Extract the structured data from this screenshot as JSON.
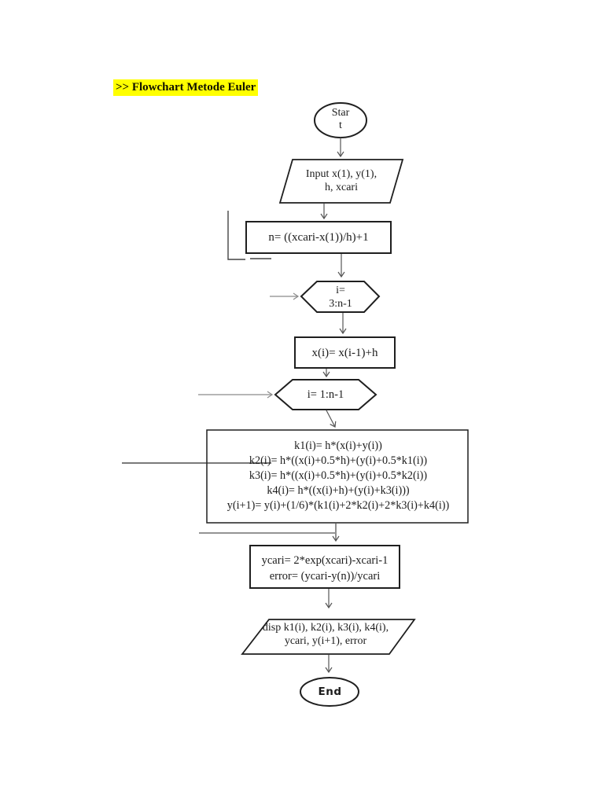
{
  "page": {
    "background_color": "#ffffff",
    "title": {
      "text": ">> Flowchart Metode Euler",
      "highlight_color": "#ffff00",
      "text_color": "#111100"
    }
  },
  "flowchart": {
    "shape_stroke_color": "#1f1f1f",
    "connector_color": "#555555",
    "nodes": [
      {
        "id": "start",
        "type": "terminator-oval",
        "lines": [
          "Star",
          "t"
        ]
      },
      {
        "id": "input",
        "type": "io-parallelogram",
        "lines": [
          "Input x(1), y(1),",
          "h, xcari"
        ]
      },
      {
        "id": "n-formula",
        "type": "process-rect",
        "lines": [
          "n= ((xcari-x(1))/h)+1"
        ]
      },
      {
        "id": "loop-3-n1",
        "type": "loop-hexagon",
        "lines": [
          "i=",
          "3:n-1"
        ]
      },
      {
        "id": "x-update",
        "type": "process-rect",
        "lines": [
          "x(i)= x(i-1)+h"
        ]
      },
      {
        "id": "loop-1-n1",
        "type": "loop-hexagon",
        "lines": [
          "i= 1:n-1"
        ]
      },
      {
        "id": "rk-formulas",
        "type": "process-rect",
        "lines": [
          "k1(i)= h*(x(i)+y(i))",
          "k2(i)= h*((x(i)+0.5*h)+(y(i)+0.5*k1(i))",
          "k3(i)= h*((x(i)+0.5*h)+(y(i)+0.5*k2(i))",
          "k4(i)= h*((x(i)+h)+(y(i)+k3(i)))",
          "y(i+1)= y(i)+(1/6)*(k1(i)+2*k2(i)+2*k3(i)+k4(i))"
        ]
      },
      {
        "id": "ycari-error",
        "type": "process-rect",
        "lines": [
          "ycari= 2*exp(xcari)-xcari-1",
          "error= (ycari-y(n))/ycari"
        ]
      },
      {
        "id": "display",
        "type": "io-parallelogram",
        "lines": [
          "disp k1(i), k2(i), k3(i), k4(i),",
          "ycari, y(i+1), error"
        ]
      },
      {
        "id": "end",
        "type": "terminator-oval",
        "lines": [
          "End"
        ]
      }
    ]
  }
}
